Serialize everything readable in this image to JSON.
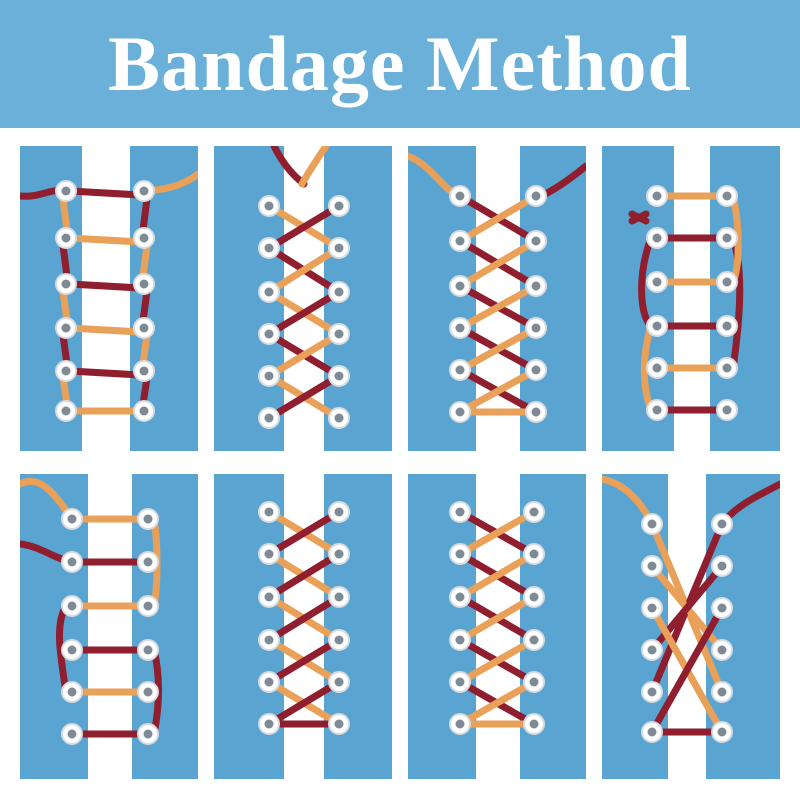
{
  "title": "Bandage Method",
  "colors": {
    "banner": "#6ab0d8",
    "panel_blue": "#5ea9d6",
    "panel_blue_dark": "#4e98c8",
    "strip": "#ffffff",
    "lace_orange": "#e9a058",
    "lace_red": "#8f1e2e",
    "eyelet_ring": "#d7dbe0",
    "eyelet_hole": "#7f8a94"
  },
  "panels": [
    {
      "id": "r1c1",
      "icon": "ladder-lacing-diagram"
    },
    {
      "id": "r1c2",
      "icon": "double-criss-cross-diagram"
    },
    {
      "id": "r1c3",
      "icon": "criss-cross-diagram"
    },
    {
      "id": "r1c4",
      "icon": "bar-lacing-diagram"
    },
    {
      "id": "r2c1",
      "icon": "hidden-bar-lacing-diagram"
    },
    {
      "id": "r2c2",
      "icon": "criss-cross-alt-diagram"
    },
    {
      "id": "r2c3",
      "icon": "criss-cross-alt2-diagram"
    },
    {
      "id": "r2c4",
      "icon": "diagonal-lacing-diagram"
    }
  ]
}
